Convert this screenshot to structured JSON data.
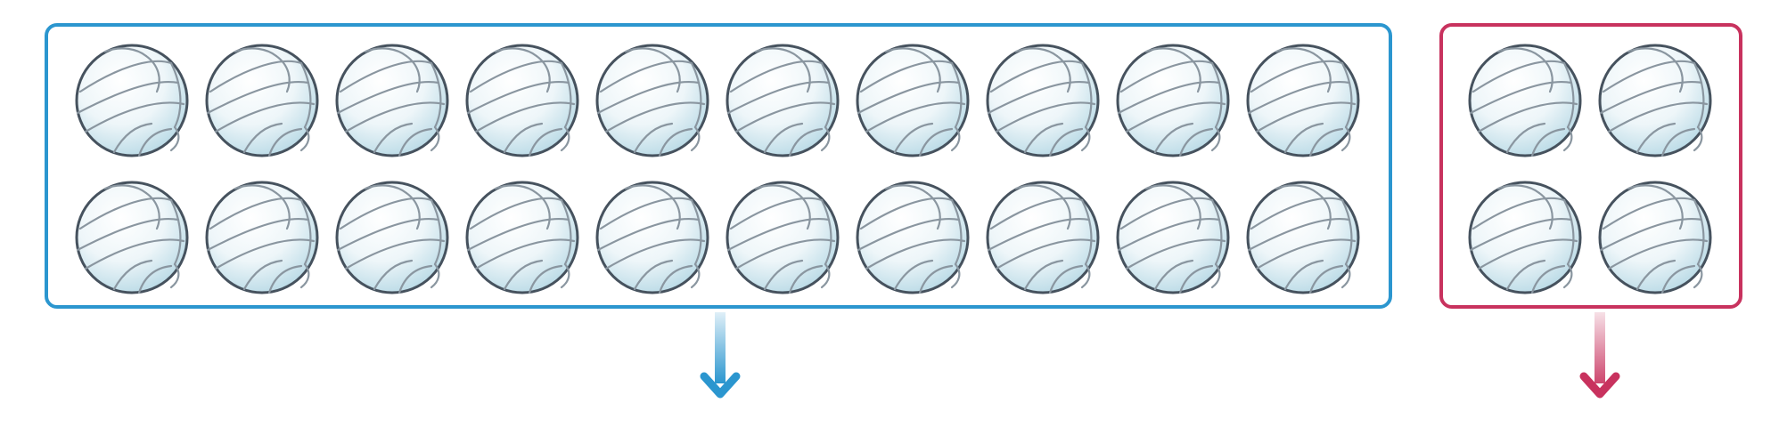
{
  "groups": [
    {
      "id": "group-tens",
      "color": "#2b96cf",
      "rows": 2,
      "cols": 10,
      "count": 20,
      "item": "volleyball-icon",
      "arrow_icon": "arrow-down-icon"
    },
    {
      "id": "group-ones",
      "color": "#c8325e",
      "rows": 2,
      "cols": 2,
      "count": 4,
      "item": "volleyball-icon",
      "arrow_icon": "arrow-down-icon"
    }
  ],
  "ball_colors": {
    "fill_center": "#ffffff",
    "fill_edge": "#b9dae6",
    "outline": "#46525e",
    "seams": "#8a96a0"
  }
}
